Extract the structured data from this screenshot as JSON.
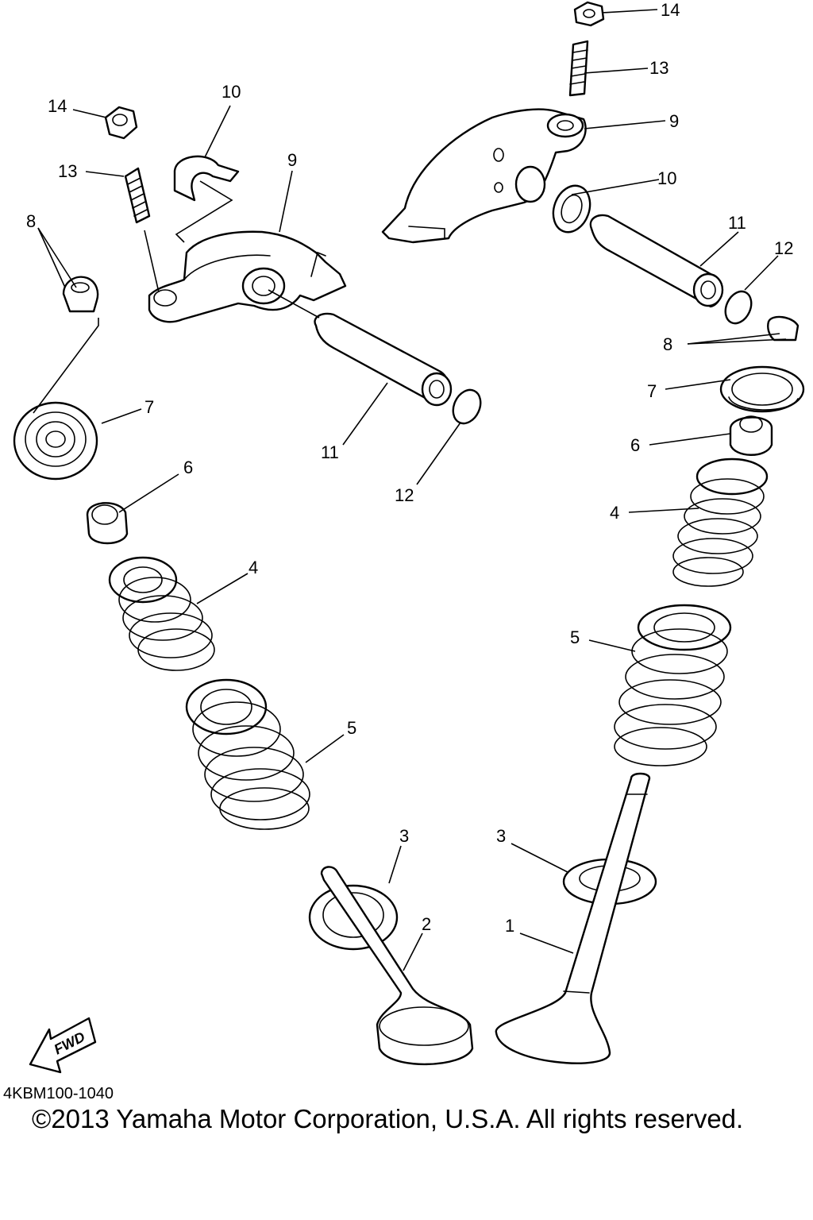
{
  "diagram": {
    "callouts": [
      "1",
      "2",
      "3",
      "4",
      "5",
      "6",
      "7",
      "8",
      "9",
      "10",
      "11",
      "12",
      "13",
      "14"
    ],
    "direction_marker": "FWD",
    "drawing_code": "4KBM100-1040",
    "copyright": "©2013 Yamaha Motor Corporation, U.S.A. All rights reserved."
  }
}
